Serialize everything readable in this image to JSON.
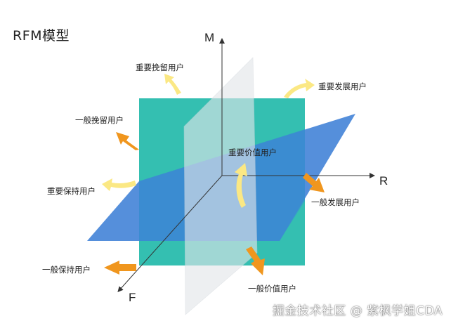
{
  "title": "RFM模型",
  "axes": {
    "m": "M",
    "r": "R",
    "f": "F"
  },
  "segments": {
    "important_retain": "重要挽留用户",
    "important_develop": "重要发展用户",
    "general_retain": "一般挽留用户",
    "important_value": "重要价值用户",
    "important_keep": "重要保持用户",
    "general_develop": "一般发展用户",
    "general_keep": "一般保持用户",
    "general_value": "一般价值用户"
  },
  "watermark": "掘金技术社区 @ 紫枫学姐CDA",
  "colors": {
    "teal_plane": "#2cbcae",
    "blue_plane": "#3e7fd6",
    "gray_plane": "#e3e6ea",
    "yellow_arrow": "#fbe884",
    "orange_arrow": "#f0961e"
  }
}
